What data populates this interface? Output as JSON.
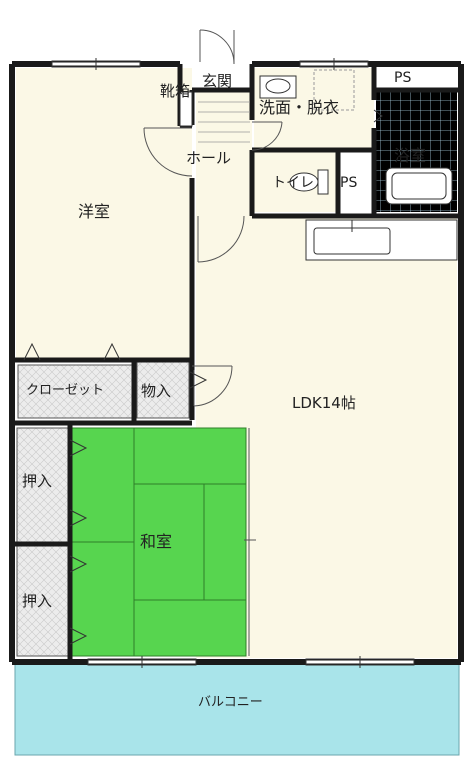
{
  "rooms": {
    "western_room": "洋室",
    "closet": "クローゼット",
    "storage": "物入",
    "ldk": "LDK14帖",
    "oshiire_1": "押入",
    "oshiire_2": "押入",
    "japanese_room": "和室",
    "balcony": "バルコニー",
    "shoe_cabinet": "靴箱",
    "entrance": "玄関",
    "hall": "ホール",
    "washroom": "洗面・脱衣",
    "toilet": "トイレ",
    "ps_top": "PS",
    "ps_mid": "PS",
    "bathroom": "浴室"
  },
  "colors": {
    "wall": "#1a1a1a",
    "floor": "#fbf8e6",
    "tatami": "#57d54f",
    "balcony": "#a9e4ea",
    "grey_box": "#d9d9d9",
    "bath_tile": "#d8eef7",
    "thin": "#555555"
  }
}
